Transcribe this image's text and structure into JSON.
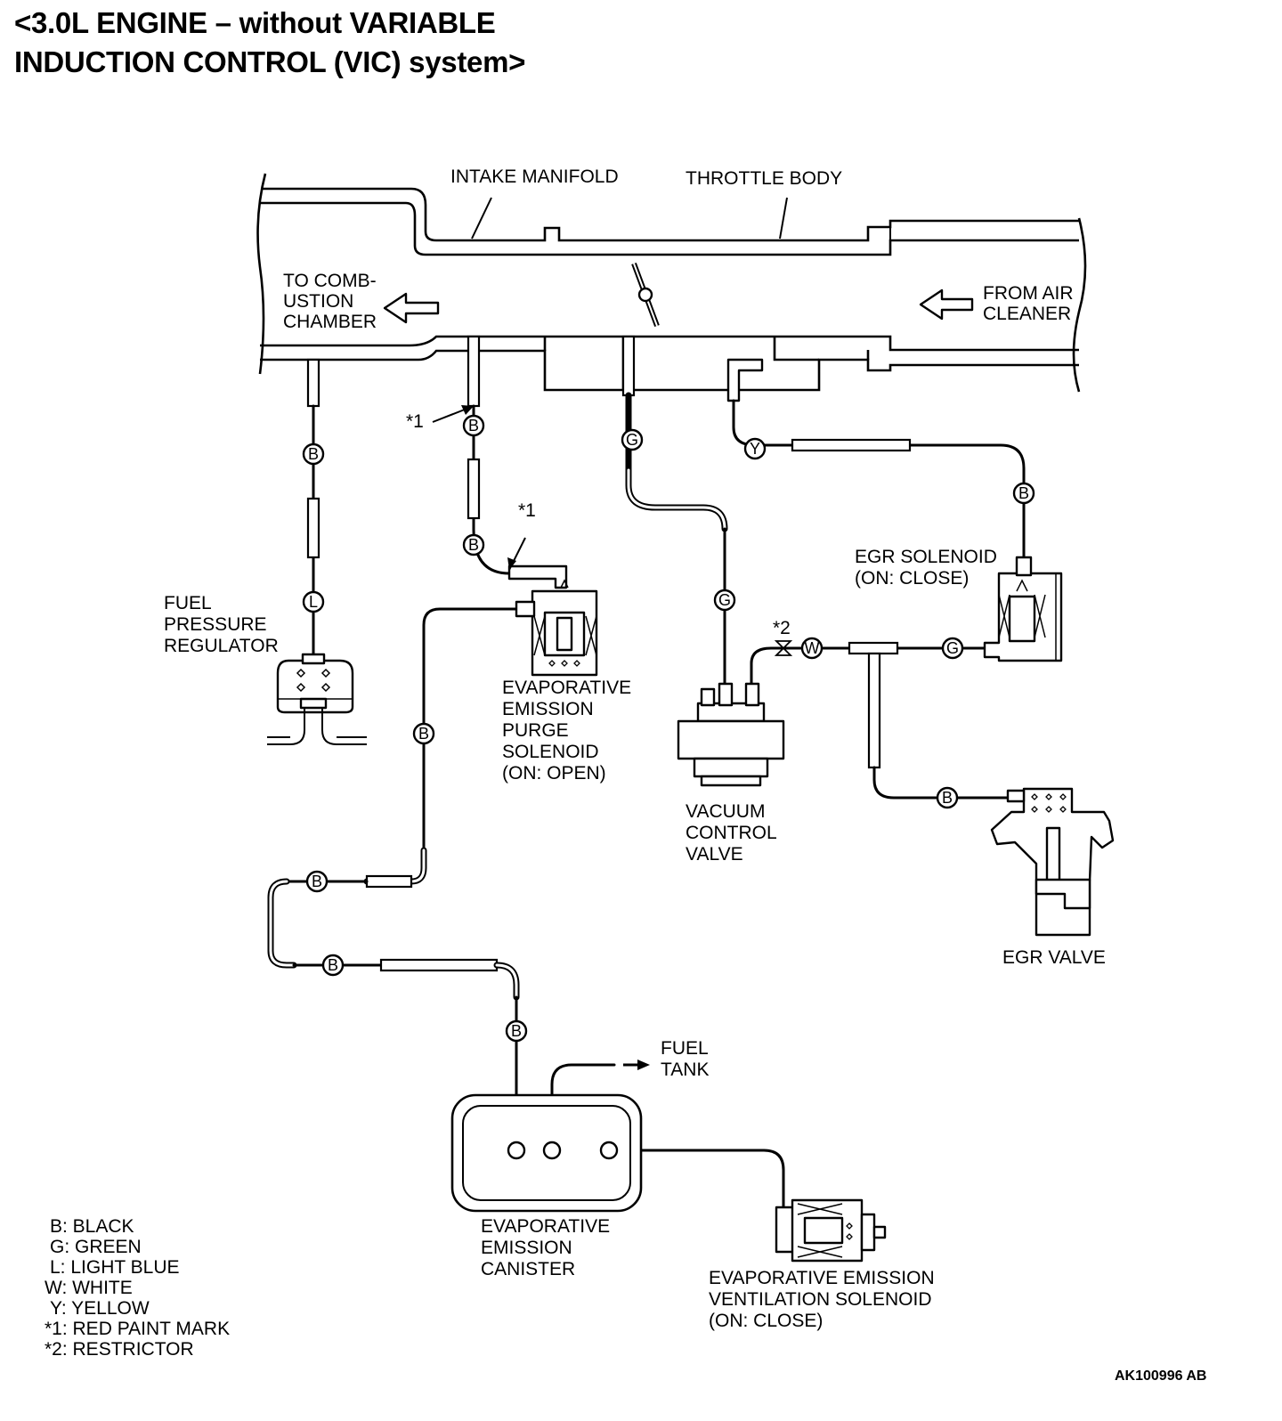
{
  "title": {
    "line1": "<3.0L ENGINE – without VARIABLE",
    "line2": "INDUCTION CONTROL (VIC) system>"
  },
  "labels": {
    "intake_manifold": "INTAKE MANIFOLD",
    "throttle_body": "THROTTLE BODY",
    "to_combustion": [
      "TO COMB-",
      "USTION",
      "CHAMBER"
    ],
    "from_air_cleaner": [
      "FROM AIR",
      "CLEANER"
    ],
    "fuel_pressure_regulator": [
      "FUEL",
      "PRESSURE",
      "REGULATOR"
    ],
    "purge_solenoid": [
      "EVAPORATIVE",
      "EMISSION",
      "PURGE",
      "SOLENOID",
      "(ON: OPEN)"
    ],
    "vacuum_control_valve": [
      "VACUUM",
      "CONTROL",
      "VALVE"
    ],
    "egr_solenoid": [
      "EGR SOLENOID",
      "(ON: CLOSE)"
    ],
    "egr_valve": "EGR VALVE",
    "fuel_tank": [
      "FUEL",
      "TANK"
    ],
    "canister": [
      "EVAPORATIVE",
      "EMISSION",
      "CANISTER"
    ],
    "ventilation_solenoid": [
      "EVAPORATIVE EMISSION",
      "VENTILATION SOLENOID",
      "(ON: CLOSE)"
    ],
    "mark1_a": "*1",
    "mark1_b": "*1",
    "mark2": "*2"
  },
  "hose_tags": [
    "B",
    "B",
    "B",
    "L",
    "G",
    "G",
    "Y",
    "B",
    "G",
    "W",
    "B",
    "B",
    "B",
    "B",
    "B"
  ],
  "legend": [
    "B: BLACK",
    "G: GREEN",
    "L: LIGHT BLUE",
    "W: WHITE",
    "Y: YELLOW",
    "*1: RED PAINT MARK",
    "*2: RESTRICTOR"
  ],
  "figure_ref": "AK100996 AB"
}
